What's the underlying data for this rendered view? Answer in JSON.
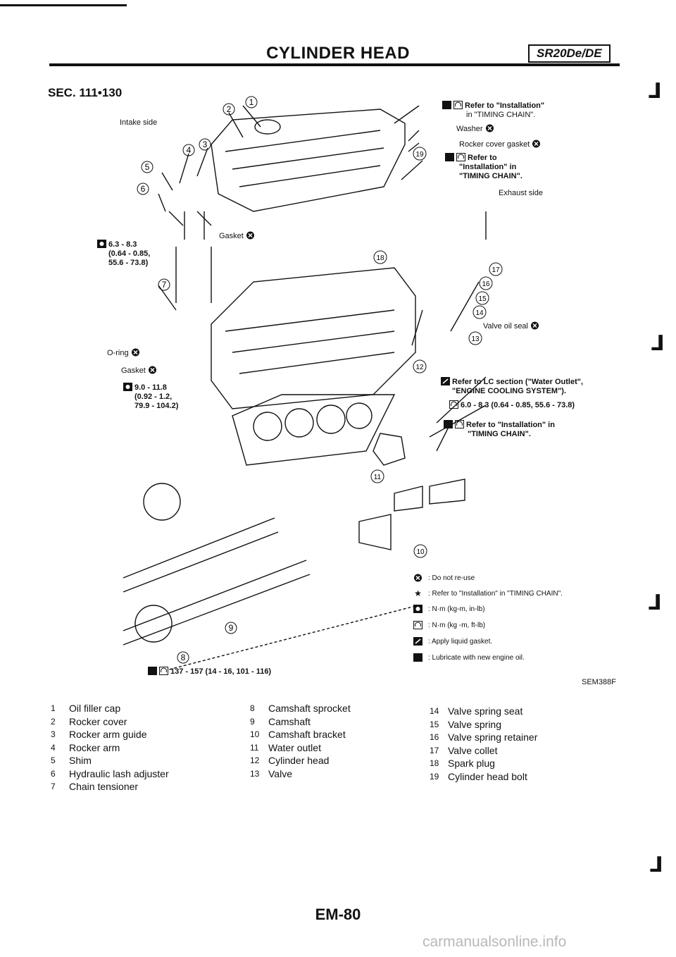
{
  "page": {
    "title": "CYLINDER HEAD",
    "engine_code": "SR20De/DE",
    "section": "SEC. 111•130",
    "page_number": "EM-80",
    "figure_code": "SEM388F",
    "watermark": "carmanualsonline.info"
  },
  "callouts": {
    "intake_side": "Intake side",
    "exhaust_side": "Exhaust side",
    "torque_top_left": [
      "6.3 - 8.3",
      "(0.64 - 0.85,",
      "55.6 - 73.8)"
    ],
    "torque_mid_left": [
      "9.0 - 11.8",
      "(0.92 - 1.2,",
      "79.9 - 104.2)"
    ],
    "gasket_cover": "Gasket",
    "oring": "O-ring",
    "gasket_outlet": "Gasket",
    "washer": "Washer",
    "rocker_cover_gasket": "Rocker cover gasket",
    "refer_install_top": [
      "Refer to \"Installation\"",
      "in \"TIMING CHAIN\"."
    ],
    "refer_install_19": [
      "Refer to",
      "\"Installation\" in",
      "\"TIMING CHAIN\"."
    ],
    "valve_oil_seal": "Valve oil seal",
    "refer_lc": [
      "Refer to LC section (\"Water Outlet\",",
      "\"ENGINE COOLING SYSTEM\")."
    ],
    "torque_mid_right": "6.0 - 8.3 (0.64 - 0.85, 55.6 - 73.8)",
    "refer_install_right": [
      "Refer to \"Installation\" in",
      "\"TIMING CHAIN\"."
    ],
    "torque_bottom": "137 - 157 (14 - 16, 101 - 116)"
  },
  "diagram_numbers": [
    "1",
    "2",
    "3",
    "4",
    "5",
    "6",
    "7",
    "8",
    "9",
    "10",
    "11",
    "12",
    "13",
    "14",
    "15",
    "16",
    "17",
    "18",
    "19"
  ],
  "legend": [
    {
      "icon": "do-not-reuse-icon",
      "text": ": Do not re-use"
    },
    {
      "icon": "star-icon",
      "text": ": Refer to \"Installation\" in \"TIMING CHAIN\"."
    },
    {
      "icon": "torque-nm-kgm-inlb-icon",
      "text": ": N·m (kg-m, in-lb)"
    },
    {
      "icon": "torque-nm-kgm-ftlb-icon",
      "text": ": N·m (kg -m, ft-lb)"
    },
    {
      "icon": "liquid-gasket-icon",
      "text": ": Apply liquid gasket."
    },
    {
      "icon": "oil-can-icon",
      "text": ": Lubricate with new engine oil."
    }
  ],
  "parts": [
    {
      "num": "1",
      "name": "Oil filler cap"
    },
    {
      "num": "2",
      "name": "Rocker cover"
    },
    {
      "num": "3",
      "name": "Rocker arm guide"
    },
    {
      "num": "4",
      "name": "Rocker arm"
    },
    {
      "num": "5",
      "name": "Shim"
    },
    {
      "num": "6",
      "name": "Hydraulic lash adjuster"
    },
    {
      "num": "7",
      "name": "Chain tensioner"
    },
    {
      "num": "8",
      "name": "Camshaft sprocket"
    },
    {
      "num": "9",
      "name": "Camshaft"
    },
    {
      "num": "10",
      "name": "Camshaft bracket"
    },
    {
      "num": "11",
      "name": "Water outlet"
    },
    {
      "num": "12",
      "name": "Cylinder head"
    },
    {
      "num": "13",
      "name": "Valve"
    },
    {
      "num": "14",
      "name": "Valve spring seat"
    },
    {
      "num": "15",
      "name": "Valve spring"
    },
    {
      "num": "16",
      "name": "Valve spring retainer"
    },
    {
      "num": "17",
      "name": "Valve collet"
    },
    {
      "num": "18",
      "name": "Spark plug"
    },
    {
      "num": "19",
      "name": "Cylinder head bolt"
    }
  ]
}
